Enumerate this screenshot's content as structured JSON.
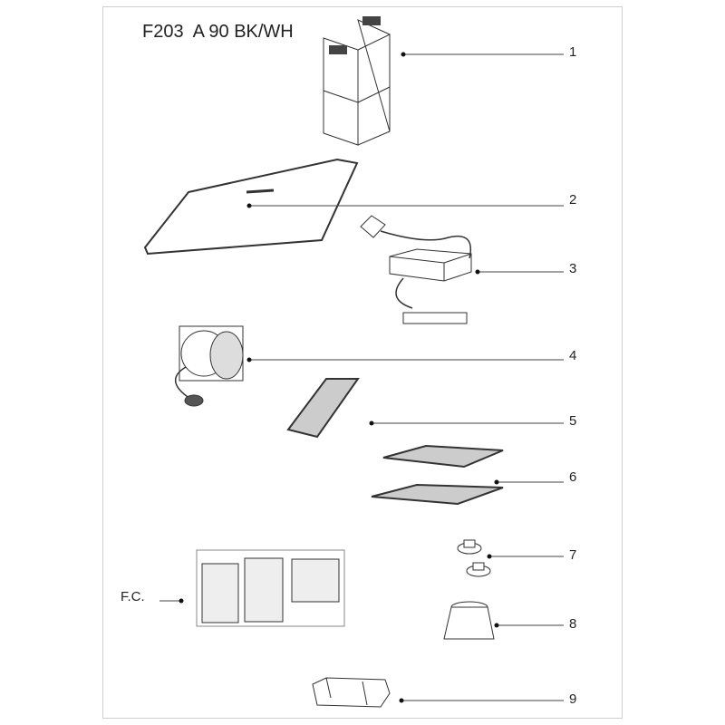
{
  "title": "F203  A 90 BK/WH",
  "parts": [
    {
      "label": "1",
      "name": "chimney"
    },
    {
      "label": "2",
      "name": "glass-panel"
    },
    {
      "label": "3",
      "name": "control-box"
    },
    {
      "label": "4",
      "name": "motor"
    },
    {
      "label": "5",
      "name": "grease-filter"
    },
    {
      "label": "6",
      "name": "grease-filters"
    },
    {
      "label": "7",
      "name": "knobs"
    },
    {
      "label": "8",
      "name": "adapter"
    },
    {
      "label": "9",
      "name": "bracket"
    }
  ],
  "fc_label": "F.C."
}
